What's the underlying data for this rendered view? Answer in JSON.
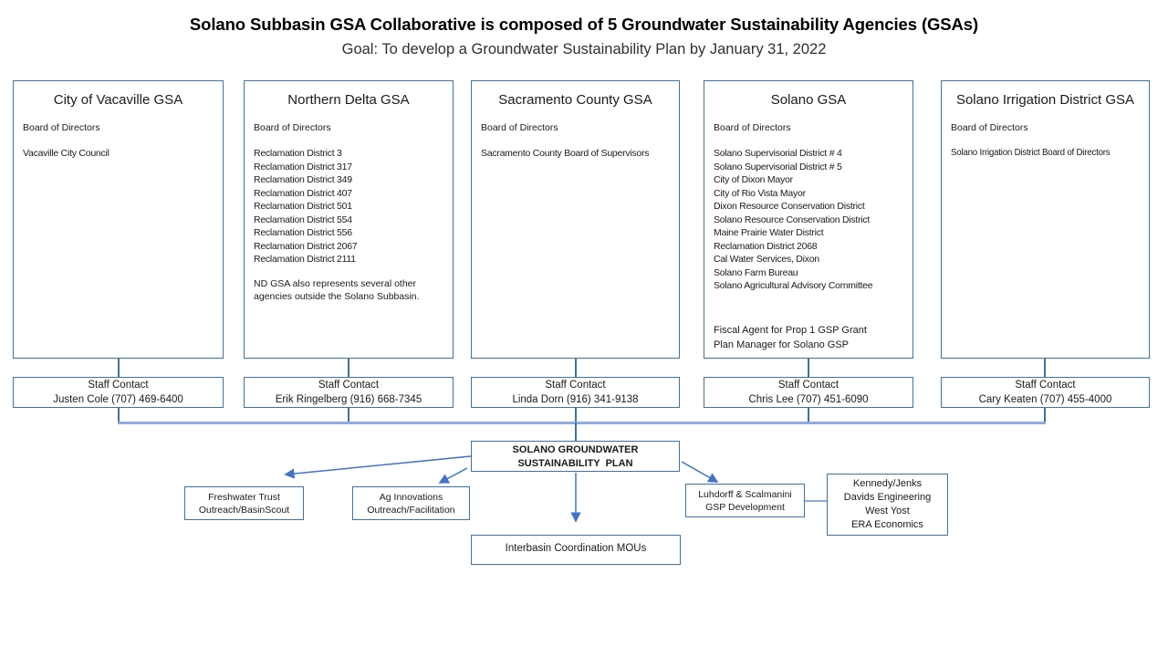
{
  "colors": {
    "box_border": "#41719C",
    "bus_connector": "#8FAADC",
    "arrow": "#4472C4",
    "title_text": "#000000",
    "subtitle_text": "#303030"
  },
  "header": {
    "title": "Solano Subbasin GSA Collaborative is composed of 5 Groundwater Sustainability Agencies (GSAs)",
    "subtitle": "Goal: To develop a Groundwater Sustainability Plan by January 31, 2022"
  },
  "agencies": [
    {
      "name": "City of Vacaville GSA",
      "board_label": "Board of Directors",
      "members": [
        "Vacaville City Council"
      ],
      "staff_contact_label": "Staff Contact",
      "staff_contact_detail": "Justen Cole (707) 469-6400"
    },
    {
      "name": "Northern Delta GSA",
      "board_label": "Board of Directors",
      "members": [
        "Reclamation District 3",
        "Reclamation District 317",
        "Reclamation District 349",
        "Reclamation District 407",
        "Reclamation District 501",
        "Reclamation District 554",
        "Reclamation District 556",
        "Reclamation District 2067",
        "Reclamation District 2111"
      ],
      "note": "ND GSA also represents several other agencies outside the Solano Subbasin.",
      "staff_contact_label": "Staff Contact",
      "staff_contact_detail": "Erik Ringelberg (916) 668-7345"
    },
    {
      "name": "Sacramento County GSA",
      "board_label": "Board of Directors",
      "members": [
        "Sacramento County Board of Supervisors"
      ],
      "staff_contact_label": "Staff Contact",
      "staff_contact_detail": "Linda Dorn (916) 341-9138"
    },
    {
      "name": "Solano GSA",
      "board_label": "Board of Directors",
      "members": [
        "Solano Supervisorial District # 4",
        "Solano Supervisorial District # 5",
        "City of Dixon Mayor",
        "City of Rio Vista Mayor",
        "Dixon Resource Conservation District",
        "Solano Resource Conservation District",
        "Maine Prairie Water District",
        "Reclamation District 2068",
        "Cal Water Services, Dixon",
        "Solano Farm Bureau",
        "Solano Agricultural Advisory Committee"
      ],
      "footer_lines": [
        "Fiscal Agent for Prop 1 GSP Grant",
        "Plan Manager for Solano GSP"
      ],
      "staff_contact_label": "Staff Contact",
      "staff_contact_detail": "Chris Lee (707) 451-6090"
    },
    {
      "name": "Solano Irrigation District GSA",
      "board_label": "Board of Directors",
      "members": [
        "Solano Irrigation District Board of Directors"
      ],
      "staff_contact_label": "Staff Contact",
      "staff_contact_detail": "Cary Keaten (707) 455-4000"
    }
  ],
  "plan_box": {
    "line1": "SOLANO GROUNDWATER",
    "line2": "SUSTAINABILITY  PLAN"
  },
  "partner_boxes": {
    "freshwater": {
      "line1": "Freshwater Trust",
      "line2": "Outreach/BasinScout"
    },
    "ag_innovations": {
      "line1": "Ag Innovations",
      "line2": "Outreach/Facilitation"
    },
    "luhdorff": {
      "line1": "Luhdorff & Scalmanini",
      "line2": "GSP Development"
    },
    "consultants": {
      "lines": [
        "Kennedy/Jenks",
        "Davids Engineering",
        "West Yost",
        "ERA Economics"
      ]
    },
    "interbasin": {
      "line1": "Interbasin Coordination MOUs"
    }
  }
}
